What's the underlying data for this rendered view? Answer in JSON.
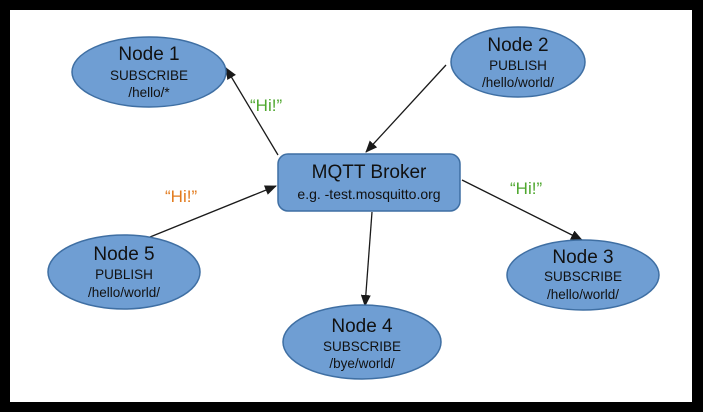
{
  "colors": {
    "node_fill": "#6f9ed3",
    "node_stroke": "#3f6fa3",
    "arrow": "#1a1a1a",
    "msg_green": "#4ea72e",
    "msg_orange": "#e27b1e"
  },
  "broker": {
    "title": "MQTT Broker",
    "subtitle": "e.g. -test.mosquitto.org"
  },
  "nodes": [
    {
      "id": "node-1",
      "name": "Node 1",
      "role": "SUBSCRIBE",
      "topic": "/hello/*"
    },
    {
      "id": "node-2",
      "name": "Node 2",
      "role": "PUBLISH",
      "topic": "/hello/world/"
    },
    {
      "id": "node-3",
      "name": "Node 3",
      "role": "SUBSCRIBE",
      "topic": "/hello/world/"
    },
    {
      "id": "node-4",
      "name": "Node 4",
      "role": "SUBSCRIBE",
      "topic": "/bye/world/"
    },
    {
      "id": "node-5",
      "name": "Node 5",
      "role": "PUBLISH",
      "topic": "/hello/world/"
    }
  ],
  "messages": [
    {
      "id": "msg-to-node-1",
      "text": "“Hi!”"
    },
    {
      "id": "msg-from-node-5",
      "text": "“Hi!”"
    },
    {
      "id": "msg-to-node-3",
      "text": "“Hi!”"
    }
  ]
}
